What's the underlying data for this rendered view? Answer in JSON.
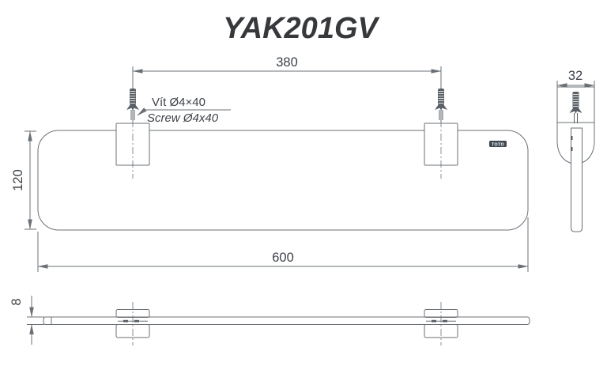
{
  "title": "YAK201GV",
  "brand_logo": "TOTO",
  "annotations": {
    "screw_note_vi": "Vít Ø4×40",
    "screw_note_en": "Screw Ø4x40"
  },
  "dimensions": {
    "hole_spacing": "380",
    "shelf_width": "600",
    "shelf_depth": "120",
    "bracket_width": "32",
    "glass_thickness": "8"
  },
  "colors": {
    "line": "#6b7076",
    "text": "#3d4248",
    "title": "#36383b",
    "logo_bg": "#3f4852",
    "logo_text": "#ffffff"
  }
}
